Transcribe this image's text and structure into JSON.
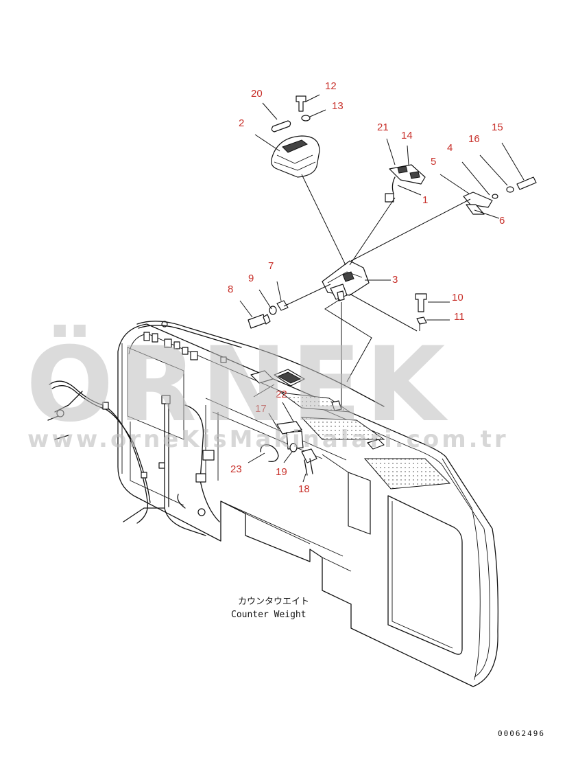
{
  "callouts": [
    {
      "id": "c1",
      "label": "1"
    },
    {
      "id": "c2",
      "label": "2"
    },
    {
      "id": "c3",
      "label": "3"
    },
    {
      "id": "c4",
      "label": "4"
    },
    {
      "id": "c5",
      "label": "5"
    },
    {
      "id": "c6",
      "label": "6"
    },
    {
      "id": "c7",
      "label": "7"
    },
    {
      "id": "c8",
      "label": "8"
    },
    {
      "id": "c9",
      "label": "9"
    },
    {
      "id": "c10",
      "label": "10"
    },
    {
      "id": "c11",
      "label": "11"
    },
    {
      "id": "c12",
      "label": "12"
    },
    {
      "id": "c13",
      "label": "13"
    },
    {
      "id": "c14",
      "label": "14"
    },
    {
      "id": "c15",
      "label": "15"
    },
    {
      "id": "c16",
      "label": "16"
    },
    {
      "id": "c17",
      "label": "17"
    },
    {
      "id": "c18",
      "label": "18"
    },
    {
      "id": "c19",
      "label": "19"
    },
    {
      "id": "c20",
      "label": "20"
    },
    {
      "id": "c21",
      "label": "21"
    },
    {
      "id": "c22",
      "label": "22"
    },
    {
      "id": "c23",
      "label": "23"
    }
  ],
  "assembly_label": {
    "japanese": "カウンタウエイト",
    "english": "Counter Weight"
  },
  "drawing_number": "00062496",
  "watermark": {
    "brand": "ÖRNEK",
    "url": "www.orneKisMakinalari.com.tr"
  },
  "colors": {
    "callout": "#c8302a",
    "line": "#111111",
    "watermark": "#bdbdbd"
  }
}
